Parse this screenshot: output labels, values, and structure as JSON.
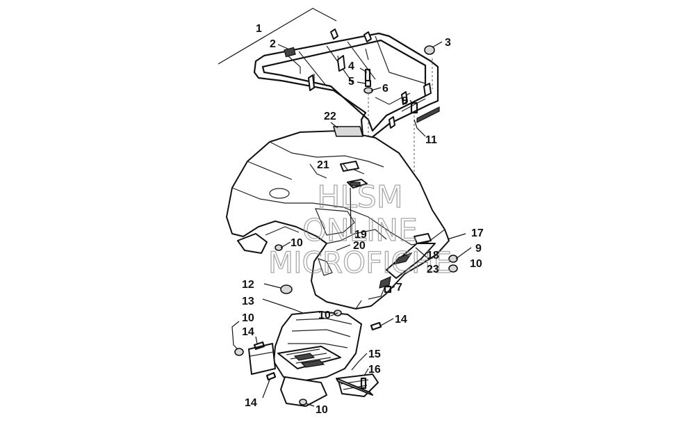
{
  "diagram": {
    "callouts": [
      {
        "id": "c1",
        "text": "1"
      },
      {
        "id": "c2",
        "text": "2"
      },
      {
        "id": "c3",
        "text": "3"
      },
      {
        "id": "c4",
        "text": "4"
      },
      {
        "id": "c5",
        "text": "5"
      },
      {
        "id": "c6",
        "text": "6"
      },
      {
        "id": "c8",
        "text": "8"
      },
      {
        "id": "c11",
        "text": "11"
      },
      {
        "id": "c22",
        "text": "22"
      },
      {
        "id": "c21",
        "text": "21"
      },
      {
        "id": "c19",
        "text": "19"
      },
      {
        "id": "c20",
        "text": "20"
      },
      {
        "id": "c10a",
        "text": "10"
      },
      {
        "id": "c17",
        "text": "17"
      },
      {
        "id": "c18",
        "text": "18"
      },
      {
        "id": "c23",
        "text": "23"
      },
      {
        "id": "c9",
        "text": "9"
      },
      {
        "id": "c10b",
        "text": "10"
      },
      {
        "id": "c12",
        "text": "12"
      },
      {
        "id": "c7",
        "text": "7"
      },
      {
        "id": "c13",
        "text": "13"
      },
      {
        "id": "c10c",
        "text": "10"
      },
      {
        "id": "c14a",
        "text": "14"
      },
      {
        "id": "c10d",
        "text": "10"
      },
      {
        "id": "c14b",
        "text": "14"
      },
      {
        "id": "c15",
        "text": "15"
      },
      {
        "id": "c16",
        "text": "16"
      },
      {
        "id": "c14c",
        "text": "14"
      },
      {
        "id": "c10e",
        "text": "10"
      }
    ],
    "watermark": [
      "HLSM",
      "ONLINE",
      "MICROFICHE"
    ]
  }
}
